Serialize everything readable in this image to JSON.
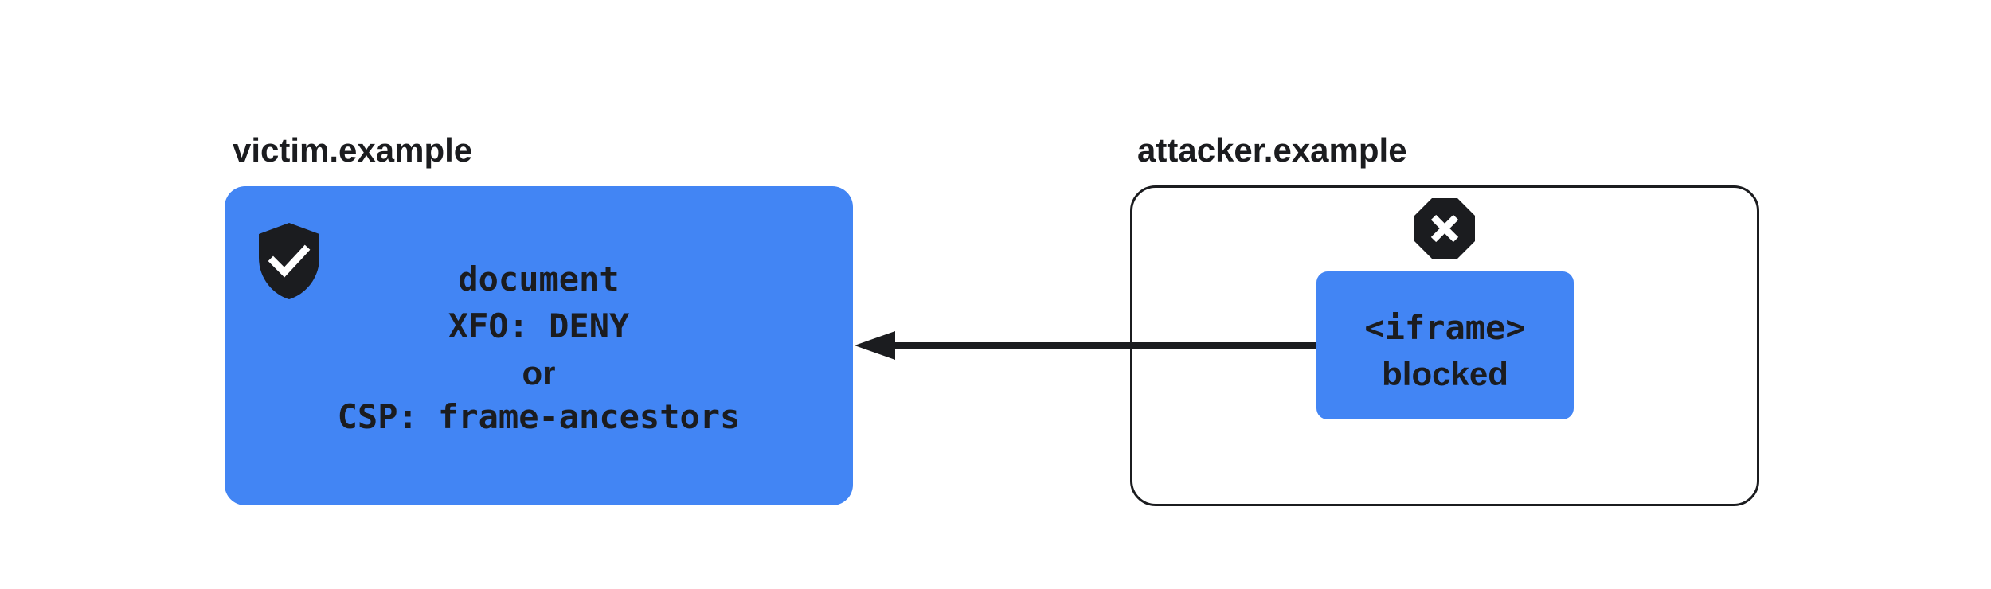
{
  "victim": {
    "label": "victim.example",
    "lines": [
      "document",
      "XFO: DENY",
      "or",
      "CSP: frame-ancestors"
    ],
    "icon": "shield-check-icon"
  },
  "attacker": {
    "label": "attacker.example",
    "icon": "blocked-octagon-x-icon",
    "iframe_lines": [
      "<iframe>",
      "blocked"
    ]
  },
  "arrow": {
    "direction": "attacker-iframe-to-victim-document"
  },
  "colors": {
    "box_blue": "#4285f4",
    "ink": "#1b1c1f",
    "background": "#ffffff"
  }
}
